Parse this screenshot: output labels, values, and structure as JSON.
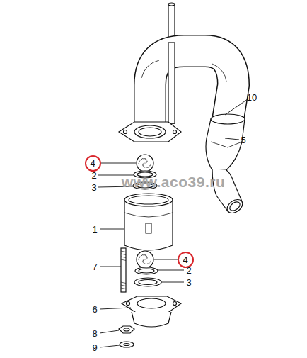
{
  "diagram": {
    "nodes": [
      {
        "text": [
          "4"
        ]
      },
      {
        "text": [
          "4"
        ]
      }
    ],
    "labels": [
      "10",
      "5",
      "2",
      "3",
      "1",
      "7",
      "2",
      "3",
      "6",
      "8",
      "9",
      "www.aco39.ru"
    ]
  }
}
